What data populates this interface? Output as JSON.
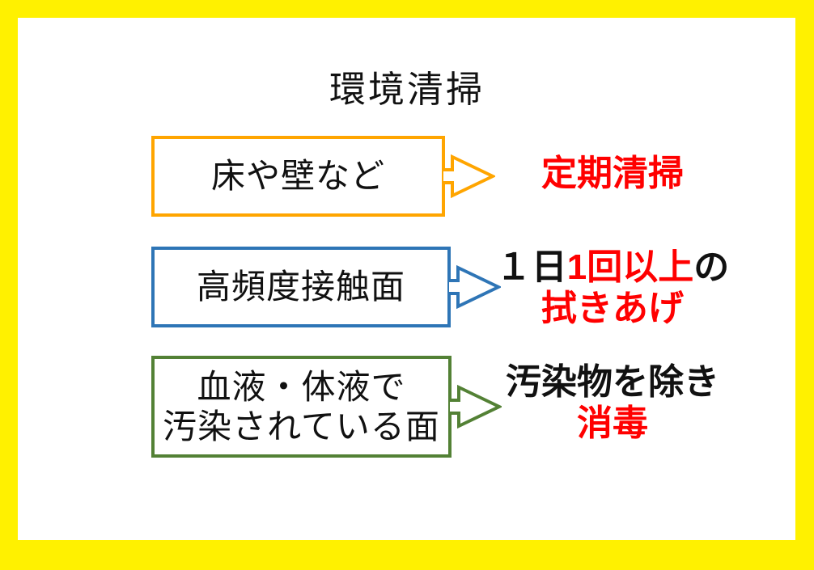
{
  "slide": {
    "title": "環境清掃",
    "colors": {
      "background": "#FFF100",
      "panel": "#FFFFFF",
      "orange": "#FFA500",
      "blue": "#2E75B6",
      "green": "#538135",
      "red": "#FF0000",
      "text": "#111111"
    },
    "rows": [
      {
        "box": {
          "lines": [
            "床や壁など"
          ],
          "border_color": "#FFA500"
        },
        "arrow": {
          "color": "#FFA500"
        },
        "result": {
          "line1": [
            {
              "text": "定期清掃",
              "color": "#FF0000"
            }
          ]
        }
      },
      {
        "box": {
          "lines": [
            "高頻度接触面"
          ],
          "border_color": "#2E75B6"
        },
        "arrow": {
          "color": "#2E75B6"
        },
        "result": {
          "line1": [
            {
              "text": "１日",
              "color": "#111111"
            },
            {
              "text": "1回以上",
              "color": "#FF0000"
            },
            {
              "text": "の",
              "color": "#111111"
            }
          ],
          "line2": [
            {
              "text": "拭きあげ",
              "color": "#FF0000"
            }
          ]
        }
      },
      {
        "box": {
          "lines": [
            "血液・体液で",
            "汚染されている面"
          ],
          "border_color": "#538135"
        },
        "arrow": {
          "color": "#538135"
        },
        "result": {
          "line1": [
            {
              "text": "汚染物を除き",
              "color": "#111111"
            }
          ],
          "line2": [
            {
              "text": "消毒",
              "color": "#FF0000"
            }
          ]
        }
      }
    ]
  }
}
